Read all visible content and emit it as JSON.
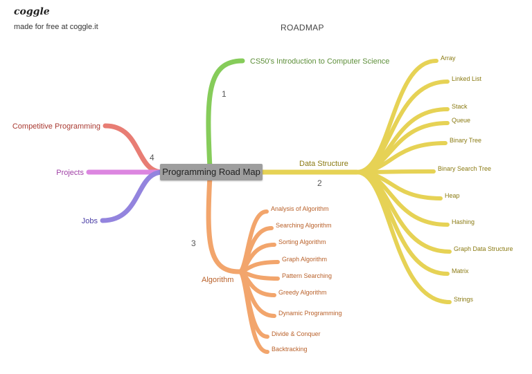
{
  "brand": {
    "logo": "coggle",
    "tagline": "made for free at coggle.it"
  },
  "title": "ROADMAP",
  "central": "Programming Road Map",
  "colors": {
    "green": "#86cc5a",
    "yellow": "#e6d255",
    "orange": "#f2a56c",
    "red": "#e87d74",
    "pink": "#dc86e0",
    "purple": "#9384de",
    "text_green": "#5e8f3a",
    "text_yellow": "#8a7a12",
    "text_orange": "#b9612a",
    "text_red": "#a93a32",
    "text_pink": "#a040a6",
    "text_purple": "#4a3ea6"
  },
  "branches": {
    "cs50": {
      "label": "CS50's Introduction to Computer Science",
      "number": "1"
    },
    "data_structure": {
      "label": "Data Structure",
      "number": "2",
      "children": [
        "Array",
        "Linked List",
        "Stack",
        "Queue",
        "Binary Tree",
        "Binary Search Tree",
        "Heap",
        "Hashing",
        "Graph Data Structure",
        "Matrix",
        "Strings"
      ]
    },
    "algorithm": {
      "label": "Algorithm",
      "number": "3",
      "children": [
        "Analysis of Algorithm",
        "Searching Algorithm",
        "Sorting Algorithm",
        "Graph Algorithm",
        "Pattern Searching",
        "Greedy Algorithm",
        "Dynamic Programming",
        "Divide & Conquer",
        "Backtracking"
      ]
    },
    "left": {
      "number": "4",
      "children": [
        "Competitive Programming",
        "Projects",
        "Jobs"
      ]
    }
  }
}
